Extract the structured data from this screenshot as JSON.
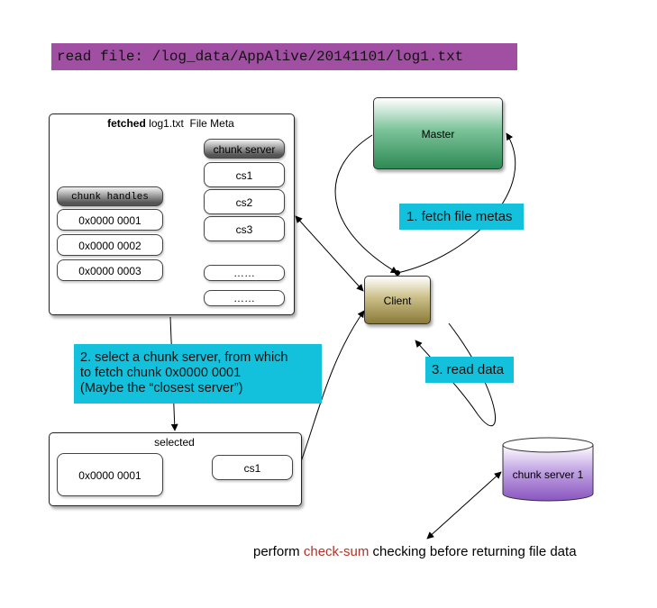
{
  "title": "read file: /log_data/AppAlive/20141101/log1.txt",
  "file_meta": {
    "title_bold": "fetched",
    "title_rest": " log1.txt  File Meta",
    "chunk_handles_header": "chunk handles",
    "chunk_handles": [
      "0x0000 0001",
      "0x0000 0002",
      "0x0000 0003"
    ],
    "chunk_server_header": "chunk server",
    "chunk_servers": [
      "cs1",
      "cs2",
      "cs3"
    ],
    "ellipsis": [
      "……",
      "……"
    ]
  },
  "master": {
    "label": "Master"
  },
  "client": {
    "label": "Client"
  },
  "chunk_server_node": {
    "label": "chunk server 1"
  },
  "steps": {
    "fetch": "1. fetch file metas",
    "select_lines": [
      "2. select a chunk server, from which",
      "to fetch chunk 0x0000 0001",
      "(Maybe the “closest server”)"
    ],
    "read": "3. read data"
  },
  "selected": {
    "title": "selected",
    "handle": "0x0000 0001",
    "server": "cs1"
  },
  "footer": {
    "before": "perform ",
    "highlight": "check-sum",
    "after": " checking before returning file data"
  },
  "colors": {
    "banner": "#a14fa3",
    "callout": "#13c1dc",
    "master": "#2e8a55",
    "client": "#8a7a3a",
    "chunk_server": "#8a55c0",
    "highlight": "#b0322a"
  }
}
